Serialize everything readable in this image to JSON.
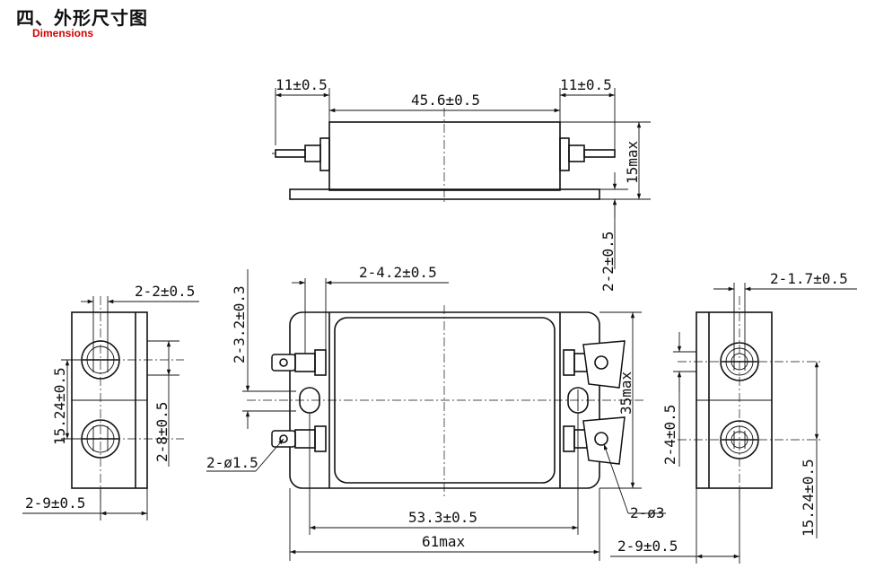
{
  "header": {
    "title": "四、外形尺寸图",
    "subtitle": "Dimensions"
  },
  "top_view": {
    "dim_left_lead": "11±0.5",
    "dim_body_length": "45.6±0.5",
    "dim_right_lead": "11±0.5",
    "dim_height": "15max",
    "dim_slot": "2-2±0.5"
  },
  "front_view": {
    "dim_pin_width": "2-4.2±0.5",
    "dim_terminal": "2-3.2±0.3",
    "dim_hole": "2-ø1.5",
    "dim_mount_hole": "2-ø3",
    "dim_width": "35max",
    "dim_mount_pitch": "53.3±0.5",
    "dim_overall": "61max"
  },
  "left_view": {
    "dim_pin_dia": "2-2±0.5",
    "dim_pitch": "15.24±0.5",
    "dim_pin_len": "2-8±0.5",
    "dim_offset": "2-9±0.5"
  },
  "right_view": {
    "dim_pin_dia": "2-1.7±0.5",
    "dim_pin_len": "2-4±0.5",
    "dim_pitch": "15.24±0.5",
    "dim_offset": "2-9±0.5"
  }
}
